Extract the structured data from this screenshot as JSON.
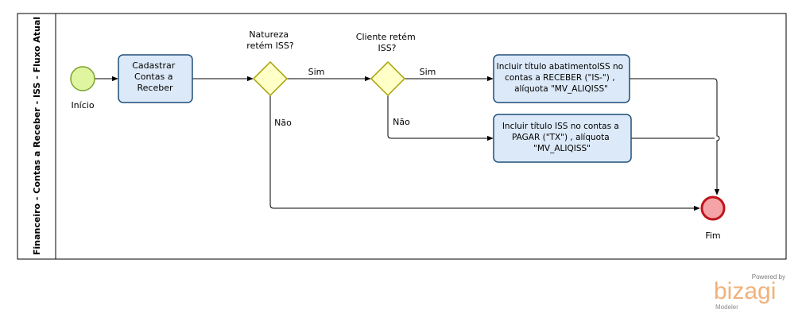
{
  "pool": {
    "label": "Financeiro - Contas a Receber - ISS - Fluxo Atual"
  },
  "events": {
    "start": {
      "label": "Início"
    },
    "end": {
      "label": "Fim"
    }
  },
  "tasks": {
    "cadastrar": {
      "lines": [
        "Cadastrar",
        "Contas a",
        "Receber"
      ]
    },
    "incluir_receber": {
      "lines": [
        "Incluir título abatimentoISS no",
        "contas a RECEBER (\"IS-\") ,",
        "alíquota \"MV_ALIQISS\""
      ]
    },
    "incluir_pagar": {
      "lines": [
        "Incluir título ISS no contas a",
        "PAGAR  (\"TX\") , alíquota",
        "\"MV_ALIQISS\""
      ]
    }
  },
  "gateways": {
    "natureza": {
      "lines": [
        "Natureza",
        "retém ISS?"
      ]
    },
    "cliente": {
      "lines": [
        "Cliente retém",
        "ISS?"
      ]
    }
  },
  "flow_labels": {
    "g1_sim": "Sim",
    "g1_nao": "Não",
    "g2_sim": "Sim",
    "g2_nao": "Não"
  },
  "branding": {
    "powered_by": "Powered by",
    "logo": "bizagi",
    "product": "Modeler"
  },
  "colors": {
    "task_fill": "#dce9f8",
    "task_stroke": "#1f4e79",
    "gateway_fill": "#ffffc8",
    "gateway_stroke": "#a8a000",
    "start_fill": "#e0f5a0",
    "start_stroke": "#7aa32a",
    "end_fill": "#f4a4a6",
    "end_stroke": "#c0141c"
  }
}
